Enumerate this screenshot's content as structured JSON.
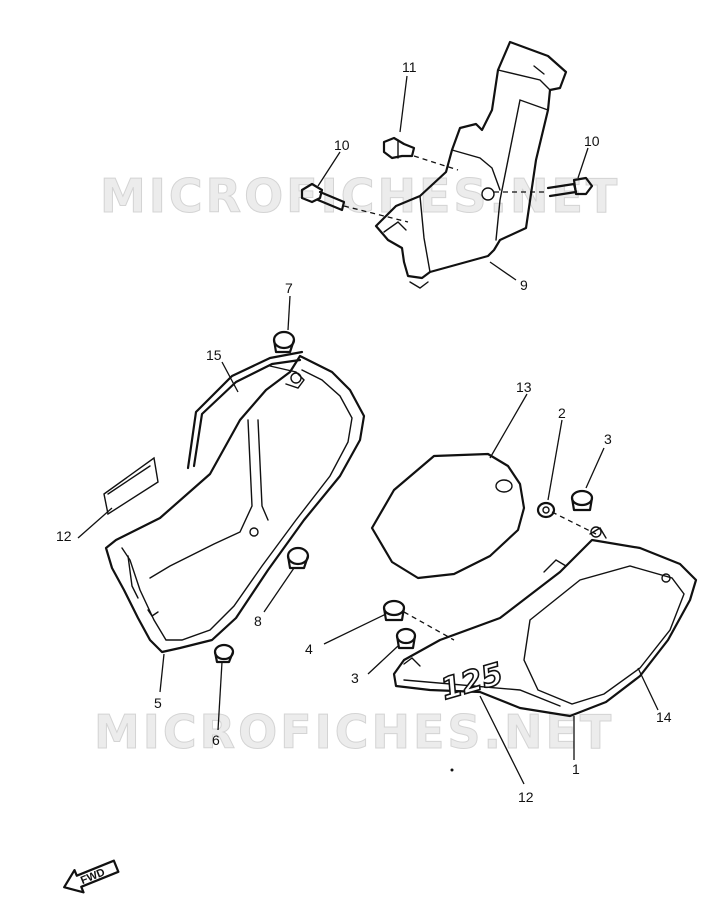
{
  "watermarks": [
    "MICROFICHES.NET",
    "MICROFICHES.NET"
  ],
  "callouts": [
    "11",
    "10",
    "10",
    "9",
    "7",
    "15",
    "13",
    "2",
    "3",
    "12",
    "8",
    "4",
    "3",
    "5",
    "6",
    "14",
    "1",
    "12"
  ],
  "emblem_text": "125",
  "direction_arrow": {
    "label": "FWD",
    "icon": "arrow-left-icon"
  }
}
